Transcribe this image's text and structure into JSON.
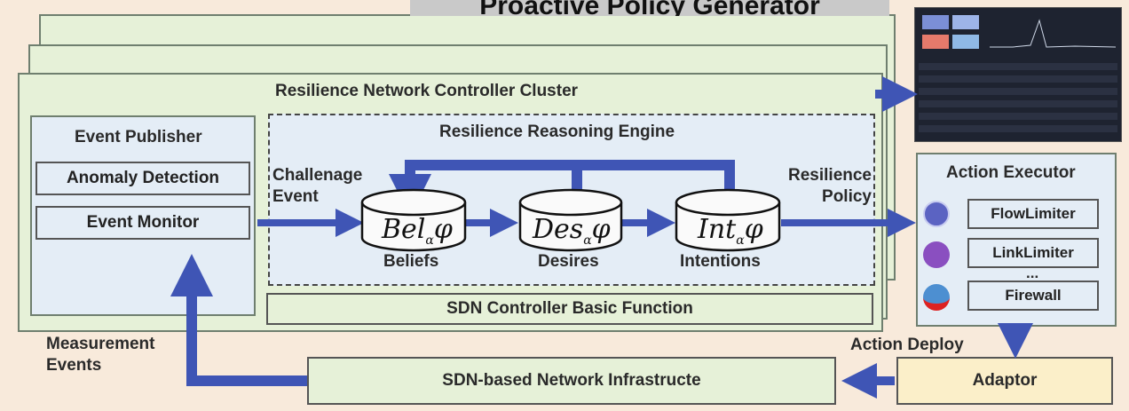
{
  "title": "Proactive Policy Generator",
  "cluster": {
    "title": "Resilience Network Controller Cluster",
    "basic_function": "SDN Controller Basic Function"
  },
  "publisher": {
    "title": "Event Publisher",
    "anomaly": "Anomaly Detection",
    "monitor": "Event Monitor"
  },
  "engine": {
    "title": "Resilience Reasoning Engine",
    "challenge_label": "Challenage Event",
    "policy_label": "Resilience Policy",
    "beliefs": {
      "main": "Bel",
      "sub": "α",
      "tail": "φ",
      "caption": "Beliefs"
    },
    "desires": {
      "main": "Des",
      "sub": "α",
      "tail": "φ",
      "caption": "Desires"
    },
    "intentions": {
      "main": "Int",
      "sub": "α",
      "tail": "φ",
      "caption": "Intentions"
    }
  },
  "executor": {
    "title": "Action Executor",
    "items": [
      "FlowLimiter",
      "LinkLimiter",
      "Firewall"
    ],
    "ellipsis": "...",
    "icons": [
      "traffic-icon",
      "link-icon",
      "firewall-icon"
    ]
  },
  "deploy_label": "Action Deploy",
  "adaptor": "Adaptor",
  "infrastructure": "SDN-based Network Infrastructe",
  "measurement_label": "Measurement Events",
  "colors": {
    "arrow": "#3f55b5",
    "green_fill": "#e6f1d8",
    "blue_fill": "#e4edf6",
    "yellow_fill": "#fbefc9"
  }
}
